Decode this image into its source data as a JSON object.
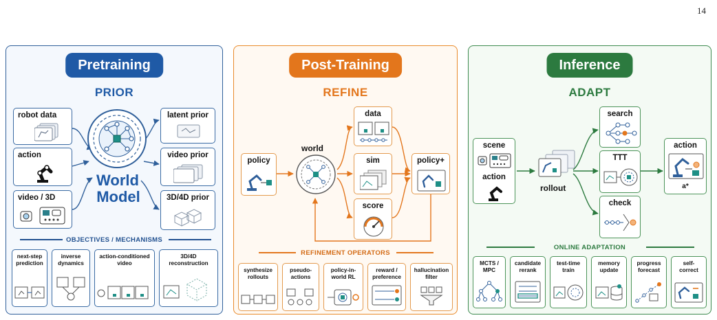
{
  "page_number": "14",
  "pretraining": {
    "title": "Pretraining",
    "subtitle": "PRIOR",
    "inputs": [
      "robot data",
      "action",
      "video / 3D"
    ],
    "center_label_line1": "World",
    "center_label_line2": "Model",
    "outputs": [
      "latent prior",
      "video prior",
      "3D/4D prior"
    ],
    "section_title": "OBJECTIVES / MECHANISMS",
    "mechanisms": [
      "next-step\nprediction",
      "inverse\ndynamics",
      "action-conditioned\nvideo",
      "3D/4D\nreconstruction"
    ]
  },
  "post_training": {
    "title": "Post-Training",
    "subtitle": "REFINE",
    "policy_label": "policy",
    "world_label": "world",
    "branches": [
      "data",
      "sim",
      "score"
    ],
    "policy_plus_label": "policy+",
    "section_title": "REFINEMENT OPERATORS",
    "operators": [
      "synthesize\nrollouts",
      "pseudo-\nactions",
      "policy-in-\nworld RL",
      "reward /\npreference",
      "hallucination\nfilter"
    ]
  },
  "inference": {
    "title": "Inference",
    "subtitle": "ADAPT",
    "scene_label": "scene",
    "action_input_label": "action",
    "rollout_label": "rollout",
    "branches": [
      "search",
      "TTT",
      "check"
    ],
    "action_output_label": "action",
    "action_symbol": "a*",
    "section_title": "ONLINE ADAPTATION",
    "methods": [
      "MCTS /\nMPC",
      "candidate\nrerank",
      "test-time\ntrain",
      "memory\nupdate",
      "progress\nforecast",
      "self-\ncorrect"
    ]
  },
  "colors": {
    "blue": "#1f5aa6",
    "orange": "#e3761c",
    "green": "#2c7a3f",
    "teal": "#1e8f86"
  }
}
